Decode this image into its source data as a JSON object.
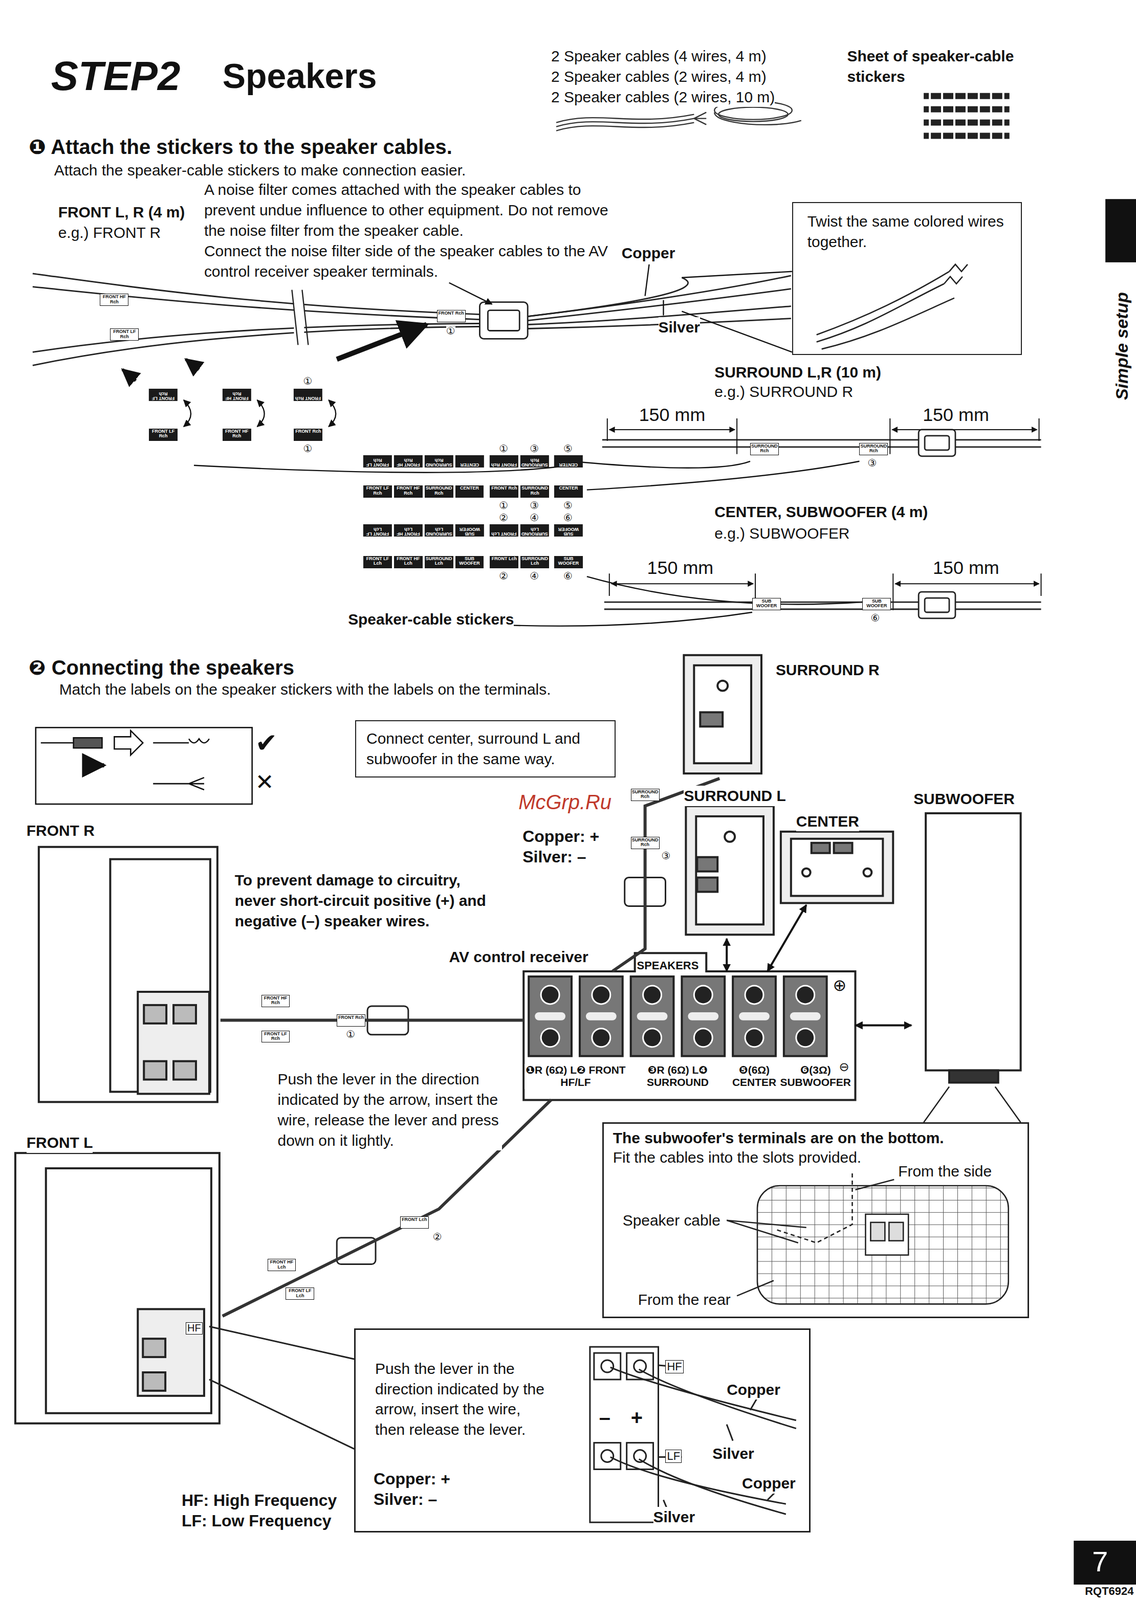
{
  "diagram": {
    "title": "Speakers",
    "nodes": [
      {
        "text": [
          "Twist the same colored wires together."
        ]
      },
      {
        "text": [
          "Connect center, surround L and subwoofer in the same way."
        ]
      },
      {
        "text": [
          "SURROUND R"
        ]
      },
      {
        "text": [
          "SURROUND L"
        ]
      },
      {
        "text": [
          "CENTER"
        ]
      },
      {
        "text": [
          "SUBWOOFER"
        ]
      },
      {
        "text": [
          "FRONT R"
        ]
      },
      {
        "text": [
          "FRONT L"
        ]
      },
      {
        "text": [
          "AV control receiver",
          "SPEAKERS"
        ]
      },
      {
        "text": [
          "The subwoofer's terminals are on the bottom.",
          "Fit the cables into the slots provided."
        ]
      },
      {
        "text": [
          "Push the lever in the direction indicated by the arrow, insert the wire, then release the lever."
        ]
      }
    ],
    "edges": [
      {
        "from": 6,
        "to": 8,
        "arrow": "none"
      },
      {
        "from": 7,
        "to": 8,
        "arrow": "none"
      },
      {
        "from": 2,
        "to": 8,
        "arrow": "none"
      },
      {
        "from": 3,
        "to": 8,
        "arrow": "both"
      },
      {
        "from": 4,
        "to": 8,
        "arrow": "both"
      },
      {
        "from": 5,
        "to": 8,
        "arrow": "both"
      }
    ],
    "labels": [
      "STEP2",
      "2 Speaker cables (4 wires, 4 m)",
      "2 Speaker cables (2 wires, 4 m)",
      "2 Speaker cables (2 wires, 10 m)",
      "Sheet of speaker-cable stickers",
      "❶ Attach the stickers to the speaker cables.",
      "Attach the speaker-cable stickers to make connection easier.",
      "A noise filter comes attached with the speaker cables to prevent undue influence to other equipment. Do not remove the noise filter from the speaker cable.",
      "FRONT L, R (4 m)",
      "e.g.) FRONT R",
      "Connect the noise filter side of the speaker cables to the AV control receiver speaker terminals.",
      "Copper",
      "Silver",
      "SURROUND L,R (10 m)",
      "e.g.) SURROUND R",
      "150 mm",
      "150 mm",
      "CENTER, SUBWOOFER (4 m)",
      "e.g.) SUBWOOFER",
      "150 mm",
      "150 mm",
      "Speaker-cable stickers",
      "FRONT LF Rch",
      "FRONT HF Rch",
      "SURROUND Rch",
      "CENTER",
      "FRONT Rch",
      "SURROUND Rch",
      "CENTER",
      "①",
      "③",
      "⑤",
      "FRONT LF Rch",
      "FRONT HF Rch",
      "SURROUND Rch",
      "CENTER",
      "FRONT Rch",
      "SURROUND Rch",
      "CENTER",
      "①",
      "③",
      "⑤",
      "FRONT LF Lch",
      "FRONT HF Lch",
      "SURROUND Lch",
      "SUB WOOFER",
      "FRONT Lch",
      "SURROUND Lch",
      "SUB WOOFER",
      "②",
      "④",
      "⑥",
      "FRONT LF Lch",
      "FRONT HF Lch",
      "SURROUND Lch",
      "SUB WOOFER",
      "FRONT Lch",
      "SURROUND Lch",
      "SUB WOOFER",
      "②",
      "④",
      "⑥",
      "FRONT LF Rch",
      "FRONT HF Rch",
      "FRONT Rch",
      "①",
      "FRONT LF Rch",
      "FRONT HF Rch",
      "FRONT Rch",
      "①",
      "FRONT HF Rch",
      "FRONT LF Rch",
      "FRONT Rch",
      "①",
      "SURROUND Rch",
      "SURROUND Rch",
      "③",
      "SUB WOOFER",
      "SUB WOOFER",
      "⑥",
      "❷ Connecting the speakers",
      "Match the labels on the speaker stickers with the labels on the terminals.",
      "✔",
      "✕",
      "McGrp.Ru",
      "Copper: +",
      "Silver: –",
      "To prevent damage to circuitry, never short-circuit positive (+) and negative (–) speaker wires.",
      "Push the lever in the direction indicated by the arrow, insert the wire, release the lever and press down on it lightly.",
      "FRONT HF Rch",
      "FRONT LF Rch",
      "FRONT Rch",
      "①",
      "SURROUND Rch",
      "SURROUND Rch",
      "③",
      "FRONT Lch",
      "②",
      "FRONT HF Lch",
      "FRONT LF Lch",
      "❶R (6Ω) L❷ FRONT HF/LF",
      "❸R (6Ω) L❹ SURROUND",
      "❺(6Ω) CENTER",
      "❻(3Ω) SUBWOOFER",
      "⊕",
      "⊖",
      "HF",
      "From the side",
      "Speaker cable",
      "From the rear",
      "HF",
      "Copper",
      "–",
      "+",
      "Silver",
      "LF",
      "Copper",
      "Silver",
      "Copper: +",
      "Silver: –",
      "HF: High Frequency",
      "LF: Low Frequency",
      "Simple setup",
      "7",
      "RQT6924"
    ]
  }
}
